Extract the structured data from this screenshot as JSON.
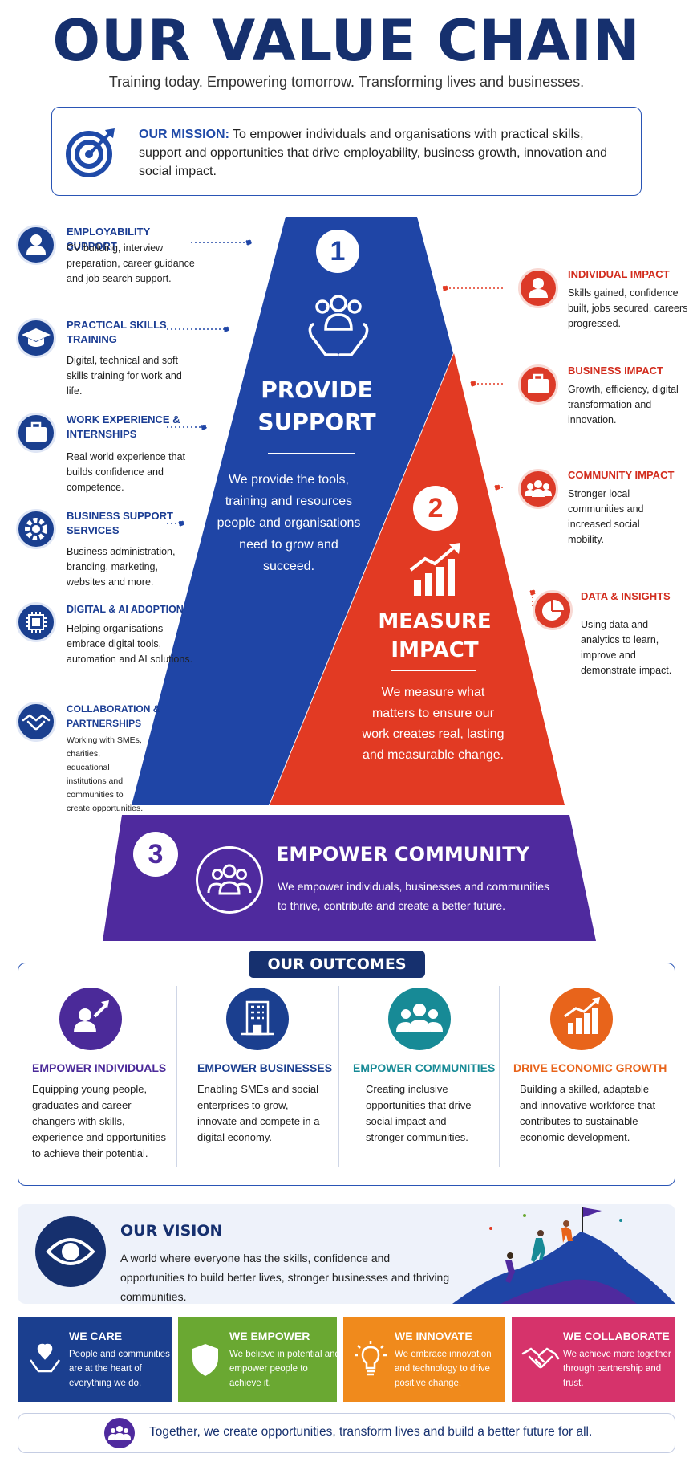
{
  "header": {
    "title": "OUR VALUE CHAIN",
    "subtitle": "Training today. Empowering tomorrow. Transforming lives and businesses."
  },
  "mission": {
    "label": "OUR MISSION:",
    "text": "To empower individuals and organisations with practical skills, support and opportunities that drive employability, business growth, innovation and social impact."
  },
  "support_services": [
    {
      "title": "EMPLOYABILITY SUPPORT",
      "desc": "CV building, interview preparation, career guidance and job search support.",
      "icon": "person-icon"
    },
    {
      "title": "PRACTICAL SKILLS TRAINING",
      "desc": "Digital, technical and soft skills training for work and life.",
      "icon": "graduation-cap-icon"
    },
    {
      "title": "WORK EXPERIENCE & INTERNSHIPS",
      "desc": "Real world experience that builds confidence and competence.",
      "icon": "briefcase-icon"
    },
    {
      "title": "BUSINESS SUPPORT SERVICES",
      "desc": "Business administration, branding, marketing, websites and more.",
      "icon": "gear-icon"
    },
    {
      "title": "DIGITAL & AI ADOPTION",
      "desc": "Helping organisations embrace digital tools, automation and AI solutions.",
      "icon": "chip-icon"
    },
    {
      "title": "COLLABORATION & PARTNERSHIPS",
      "desc": "Working with SMEs, charities, educational institutions and communities to create opportunities.",
      "icon": "handshake-icon"
    }
  ],
  "steps": {
    "step1": {
      "number": "1",
      "title_line1": "PROVIDE",
      "title_line2": "SUPPORT",
      "desc": "We provide the tools, training and resources people and organisations need to grow and succeed."
    },
    "step2": {
      "number": "2",
      "title_line1": "MEASURE",
      "title_line2": "IMPACT",
      "desc": "We measure what matters to ensure our work creates real, lasting and measurable change."
    },
    "step3": {
      "number": "3",
      "title": "EMPOWER COMMUNITY",
      "desc": "We empower individuals, businesses and communities to thrive, contribute and create a better future."
    }
  },
  "impacts": [
    {
      "title": "INDIVIDUAL IMPACT",
      "desc": "Skills gained, confidence built, jobs secured, careers progressed.",
      "icon": "person-icon"
    },
    {
      "title": "BUSINESS IMPACT",
      "desc": "Growth, efficiency, digital transformation and innovation.",
      "icon": "briefcase-icon"
    },
    {
      "title": "COMMUNITY IMPACT",
      "desc": "Stronger local communities and increased social mobility.",
      "icon": "group-icon"
    },
    {
      "title": "DATA & INSIGHTS",
      "desc": "Using data and analytics to learn, improve and demonstrate impact.",
      "icon": "pie-chart-icon"
    }
  ],
  "outcomes": {
    "label": "OUR OUTCOMES",
    "items": [
      {
        "title": "EMPOWER INDIVIDUALS",
        "desc": "Equipping young people, graduates and career changers with skills, experience and opportunities to achieve their potential.",
        "color": "#4b2a99"
      },
      {
        "title": "EMPOWER BUSINESSES",
        "desc": "Enabling SMEs and social enterprises to grow, innovate and compete in a digital economy.",
        "color": "#1b3f8f"
      },
      {
        "title": "EMPOWER COMMUNITIES",
        "desc": "Creating inclusive opportunities that drive social impact and stronger communities.",
        "color": "#178a96"
      },
      {
        "title": "DRIVE ECONOMIC GROWTH",
        "desc": "Building a skilled, adaptable and innovative workforce that contributes to sustainable economic development.",
        "color": "#e8641b"
      }
    ]
  },
  "vision": {
    "title": "OUR VISION",
    "text": "A world where everyone has the skills, confidence and opportunities to build better lives, stronger businesses and thriving communities."
  },
  "values": [
    {
      "title": "WE CARE",
      "desc": "People and communities are at the heart of everything we do.",
      "color": "#1b3f8f"
    },
    {
      "title": "WE EMPOWER",
      "desc": "We believe in potential and empower people to achieve it.",
      "color": "#6aa832"
    },
    {
      "title": "WE INNOVATE",
      "desc": "We embrace innovation and technology to drive positive change.",
      "color": "#f08a1c"
    },
    {
      "title": "WE COLLABORATE",
      "desc": "We achieve more together through partnership and trust.",
      "color": "#d6336b"
    }
  ],
  "footer": {
    "text": "Together, we create opportunities, transform lives and build a better future for all."
  },
  "colors": {
    "navy": "#16306e",
    "blue": "#1f45a6",
    "red": "#e23a23",
    "purple": "#4f2a9e"
  }
}
